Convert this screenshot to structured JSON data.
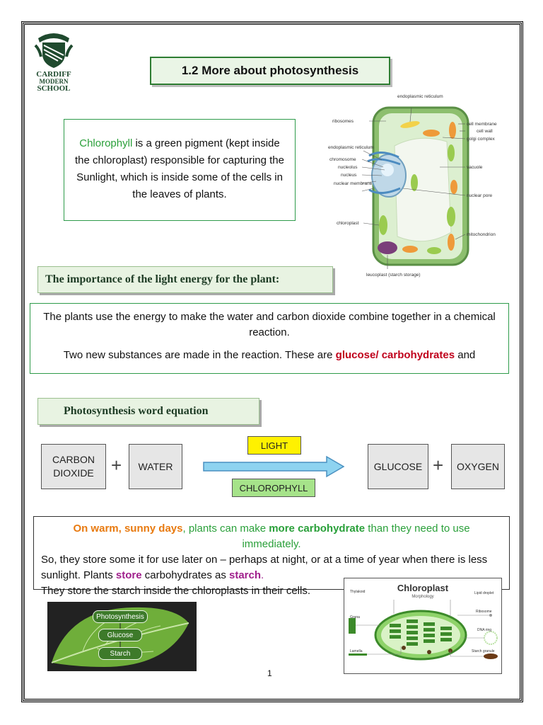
{
  "logo": {
    "line1": "CARDIFF",
    "line2": "MODERN",
    "line3": "SCHOOL"
  },
  "title": "1.2 More about photosynthesis",
  "chlorophyll_box": {
    "term": "Chlorophyll",
    "rest": " is a green pigment (kept inside the chloroplast) responsible for capturing the Sunlight, which is inside some of the cells in the leaves of plants."
  },
  "cell_diagram": {
    "labels": {
      "er_top": "endoplasmic reticulum",
      "ribosomes": "ribosomes",
      "cell_membrane": "cell membrane",
      "cell_wall": "cell wall",
      "golgi": "golgi complex",
      "er_left": "endoplasmic reticulum",
      "chromosome": "chromosome",
      "nucleolus": "nucleolus",
      "nucleus": "nucleus",
      "nuclear_membrane": "nuclear membrane",
      "vacuole": "vacuole",
      "nuclear_pore": "nuclear pore",
      "chloroplast": "chloroplast",
      "mitochondrion": "mitochondrion",
      "leucoplast": "leucoplast (starch storage)"
    }
  },
  "section_light": "The importance of the light energy for the plant:",
  "light_box": {
    "p1": "The plants use the energy to make the water and carbon dioxide combine together in a chemical reaction.",
    "p2_pre": "Two new substances are made in the reaction. These are ",
    "p2_bold": "glucose/ carbohydrates",
    "p2_post": " and"
  },
  "section_equation": "Photosynthesis word equation",
  "equation": {
    "reactant1": "CARBON DIOXIDE",
    "plus": "+",
    "reactant2": "WATER",
    "condition_top": "LIGHT",
    "condition_bottom": "CHLOROPHYLL",
    "product1": "GLUCOSE",
    "product2": "OXYGEN"
  },
  "store_box": {
    "l1_orange": "On warm, sunny days",
    "l1_mid": ", plants can make ",
    "l1_bold": "more carbohydrate",
    "l1_end": " than they need to use immediately.",
    "l2": "So, they store some it for use later on – perhaps at night, or at a time of year when there is less sunlight. Plants ",
    "l2_store": "store",
    "l2_mid": " carbohydrates as ",
    "l2_starch": "starch",
    "l2_end": ".",
    "l3": "They store the starch inside the chloroplasts in their cells."
  },
  "leaf_image": {
    "step1": "Photosynthesis",
    "step2": "Glucose",
    "step3": "Starch"
  },
  "chloroplast_image": {
    "title": "Chloroplast",
    "subtitle": "Morphology",
    "labels": [
      "Thylakoid",
      "Grana",
      "Lamella",
      "Lipid droplet",
      "Ribosome",
      "DNA ring",
      "Starch granule"
    ]
  },
  "page_number": "1",
  "colors": {
    "green_text": "#2aa03a",
    "red_text": "#c0001b",
    "orange_text": "#e87a10",
    "purple_text": "#a0208c",
    "header_bg": "#e8f3e2",
    "light_label_bg": "#fff100",
    "chlorophyll_label_bg": "#a6e38a",
    "arrow_fill": "#8ed3f0"
  }
}
